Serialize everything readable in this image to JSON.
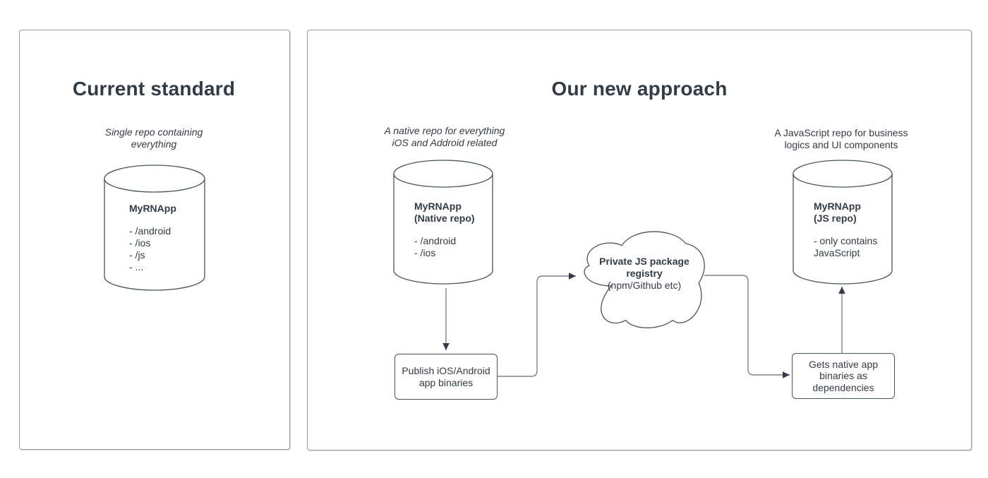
{
  "left_panel": {
    "title": "Current standard",
    "note": {
      "line1": "Single repo containing",
      "line2": "everything"
    },
    "repo_cylinder": {
      "name": "MyRNApp",
      "items": [
        "- /android",
        "- /ios",
        "- /js",
        "- ..."
      ]
    }
  },
  "right_panel": {
    "title": "Our new approach",
    "native_note": {
      "line1": "A native repo for everything",
      "line2": "iOS and Addroid related"
    },
    "js_note": {
      "line1": "A JavaScript repo for business",
      "line2": "logics and UI components"
    },
    "native_repo_cylinder": {
      "name_line1": "MyRNApp",
      "name_line2": "(Native repo)",
      "items": [
        "- /android",
        "- /ios"
      ]
    },
    "js_repo_cylinder": {
      "name_line1": "MyRNApp",
      "name_line2": "(JS repo)",
      "items": [
        "- only contains",
        "JavaScript"
      ]
    },
    "registry_cloud": {
      "title_line1": "Private JS package",
      "title_line2": "registry",
      "subtitle": "(npm/Github etc)"
    },
    "publish_box": {
      "line1": "Publish iOS/Android",
      "line2": "app binaries"
    },
    "gets_box": {
      "line1": "Gets native app",
      "line2": "binaries as",
      "line3": "dependencies"
    }
  },
  "colors": {
    "text": "#333b47",
    "shape_stroke": "#49545f",
    "connector_stroke": "#7b828c",
    "arrowhead_fill": "#333b47",
    "panel_border": "#9aa0a6",
    "background": "#ffffff"
  }
}
